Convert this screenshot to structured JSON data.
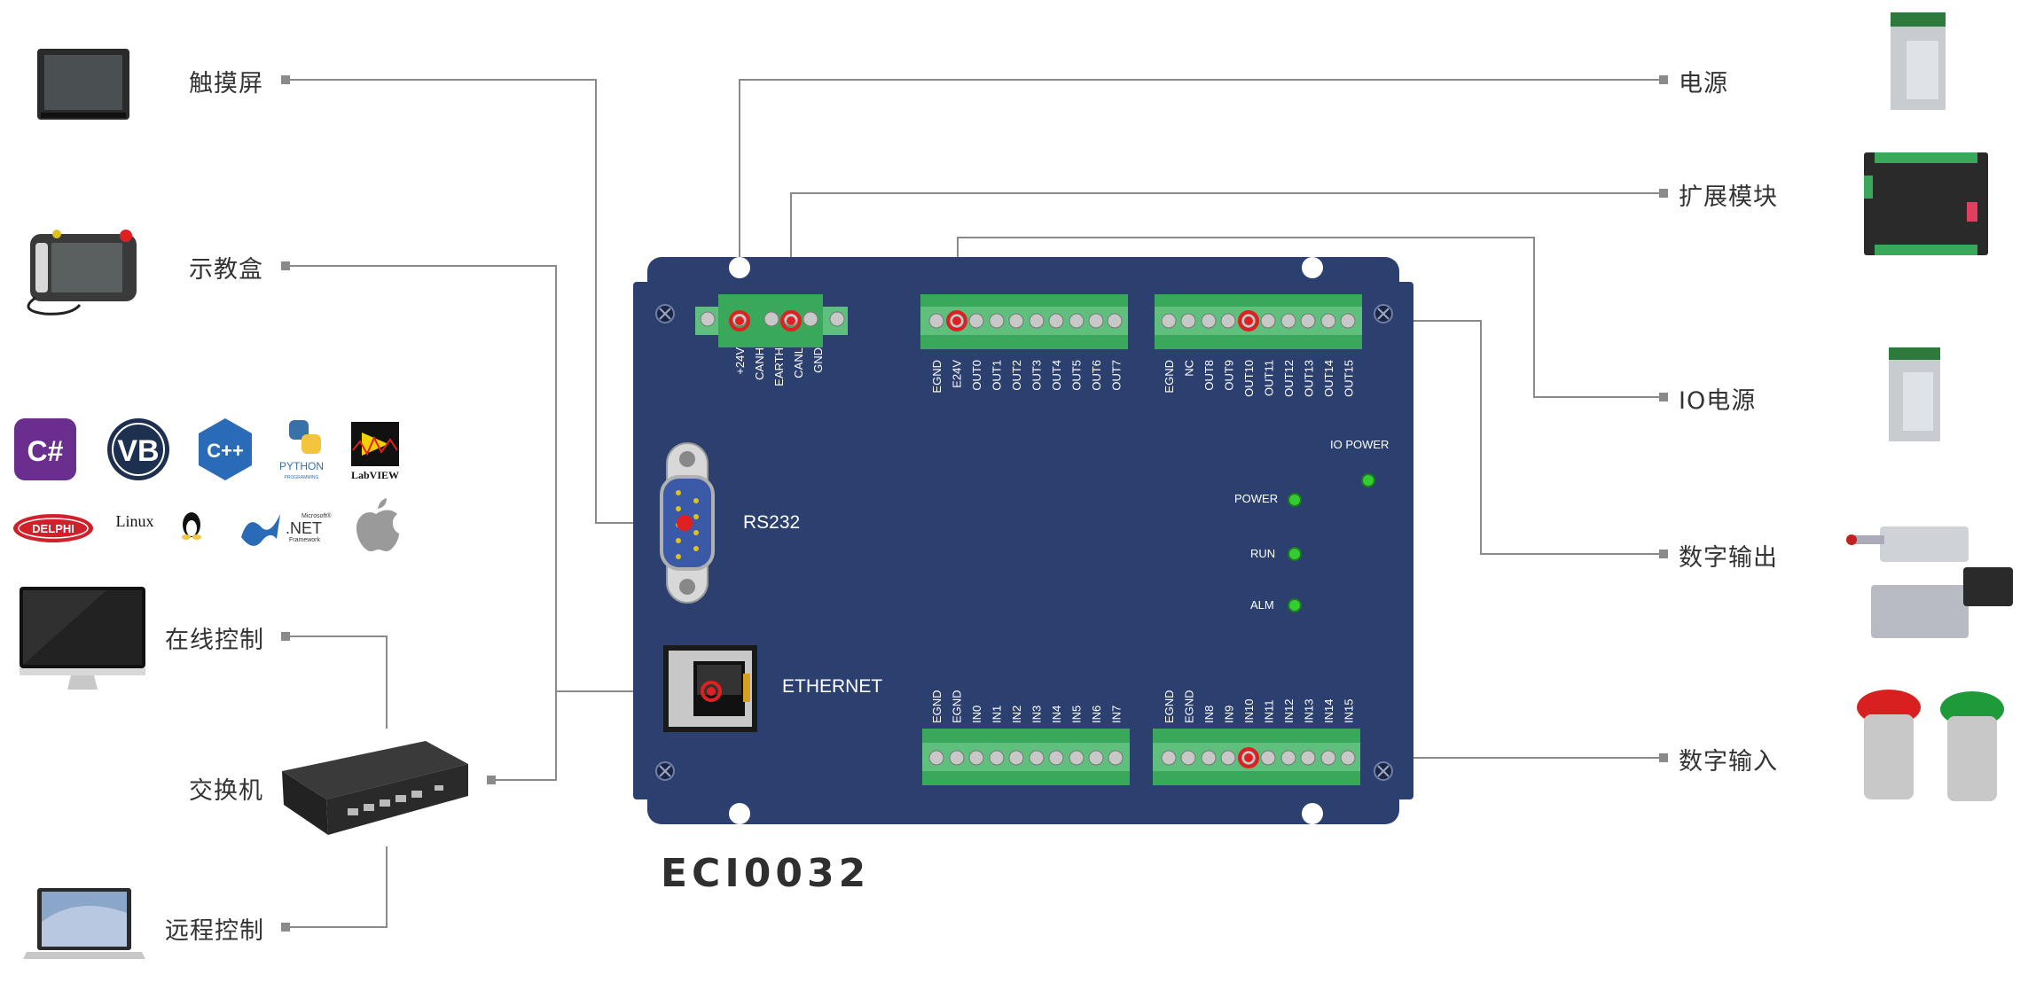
{
  "model": "ECI0032",
  "left_labels": {
    "touchscreen": "触摸屏",
    "teach_pendant": "示教盒",
    "online_control": "在线控制",
    "switch": "交换机",
    "remote_control": "远程控制"
  },
  "right_labels": {
    "power": "电源",
    "expansion": "扩展模块",
    "io_power": "IO电源",
    "digital_output": "数字输出",
    "digital_input": "数字输入"
  },
  "board": {
    "rs232": "RS232",
    "ethernet": "ETHERNET",
    "io_power_led": "IO POWER",
    "power_led": "POWER",
    "run_led": "RUN",
    "alm_led": "ALM",
    "can_pins": [
      "+24V",
      "CANH",
      "EARTH",
      "CANL",
      "GND"
    ],
    "out_a_pins": [
      "EGND",
      "E24V",
      "OUT0",
      "OUT1",
      "OUT2",
      "OUT3",
      "OUT4",
      "OUT5",
      "OUT6",
      "OUT7"
    ],
    "out_b_pins": [
      "EGND",
      "NC",
      "OUT8",
      "OUT9",
      "OUT10",
      "OUT11",
      "OUT12",
      "OUT13",
      "OUT14",
      "OUT15"
    ],
    "in_a_pins": [
      "EGND",
      "EGND",
      "IN0",
      "IN1",
      "IN2",
      "IN3",
      "IN4",
      "IN5",
      "IN6",
      "IN7"
    ],
    "in_b_pins": [
      "EGND",
      "EGND",
      "IN8",
      "IN9",
      "IN10",
      "IN11",
      "IN12",
      "IN13",
      "IN14",
      "IN15"
    ]
  },
  "logos": {
    "csharp": "C#",
    "vb": "VB",
    "cpp": "C++",
    "python": "PYTHON",
    "python_sub": "PROGRAMMING",
    "labview": "LabVIEW",
    "delphi": "DELPHI",
    "linux": "Linux",
    "net_ms": "Microsoft®",
    "net": ".NET",
    "net_fw": "Framework"
  },
  "colors": {
    "board": "#2c4070",
    "terminal": "#3aa85a",
    "highlight": "#e02020",
    "led": "#33cc33",
    "wire": "#8a8a8a"
  }
}
